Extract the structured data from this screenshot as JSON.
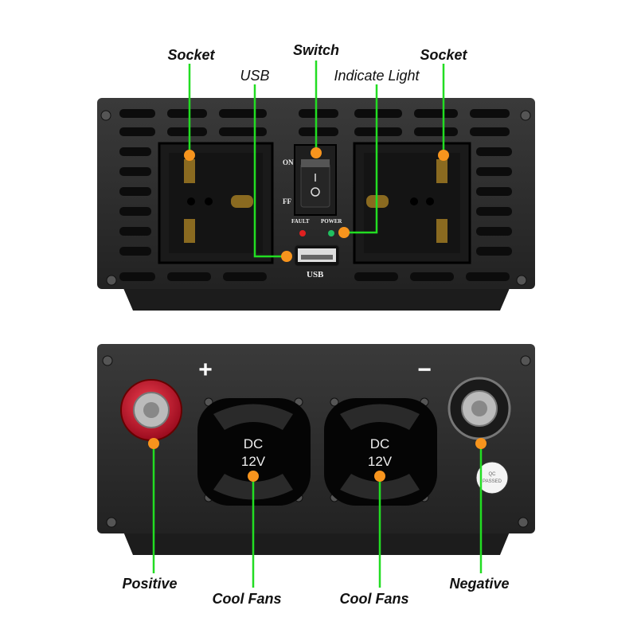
{
  "callouts": {
    "socket_left": "Socket",
    "usb": "USB",
    "switch": "Switch",
    "indicate_light": "Indicate Light",
    "socket_right": "Socket",
    "positive": "Positive",
    "cool_fans_left": "Cool Fans",
    "cool_fans_right": "Cool Fans",
    "negative": "Negative"
  },
  "device_front": {
    "switch_on": "ON",
    "switch_off": "FF",
    "fault_label": "FAULT",
    "power_label": "POWER",
    "usb_label": "USB"
  },
  "device_back": {
    "plus_sign": "+",
    "minus_sign": "−",
    "fan_left_line1": "DC",
    "fan_left_line2": "12V",
    "fan_right_line1": "DC",
    "fan_right_line2": "12V",
    "qc_line1": "QC",
    "qc_line2": "PASSED"
  },
  "colors": {
    "leader_line": "#22dd22",
    "marker_dot": "#f7941d",
    "housing": "#2a2a2a",
    "positive_terminal": "#c8102e",
    "fault_led": "#e02020",
    "power_led": "#20c060"
  }
}
